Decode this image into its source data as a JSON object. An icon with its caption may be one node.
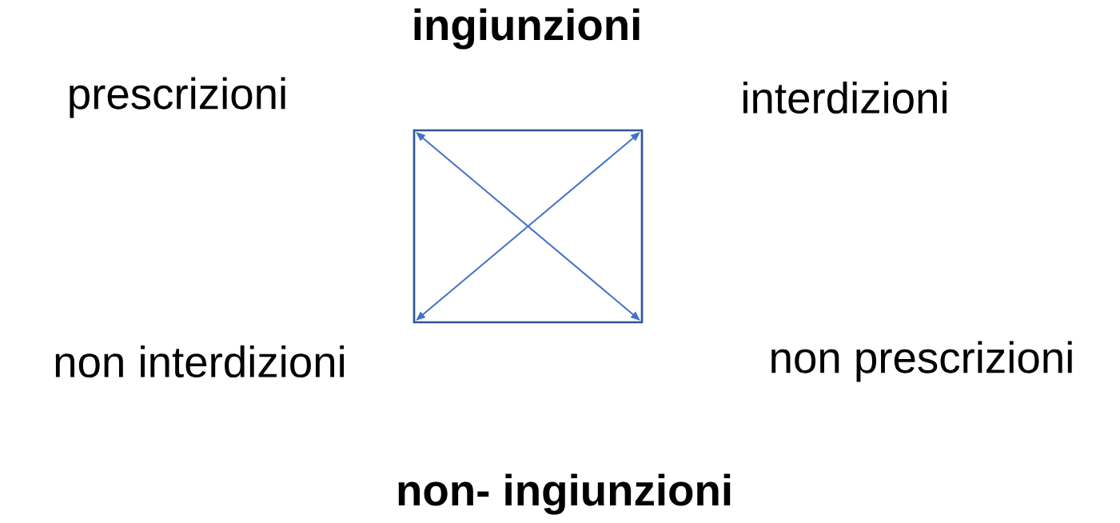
{
  "diagram": {
    "labels": [
      "ingiunzioni",
      "prescrizioni",
      "interdizioni",
      "non interdizioni",
      "non prescrizioni",
      "non- ingiunzioni"
    ]
  }
}
